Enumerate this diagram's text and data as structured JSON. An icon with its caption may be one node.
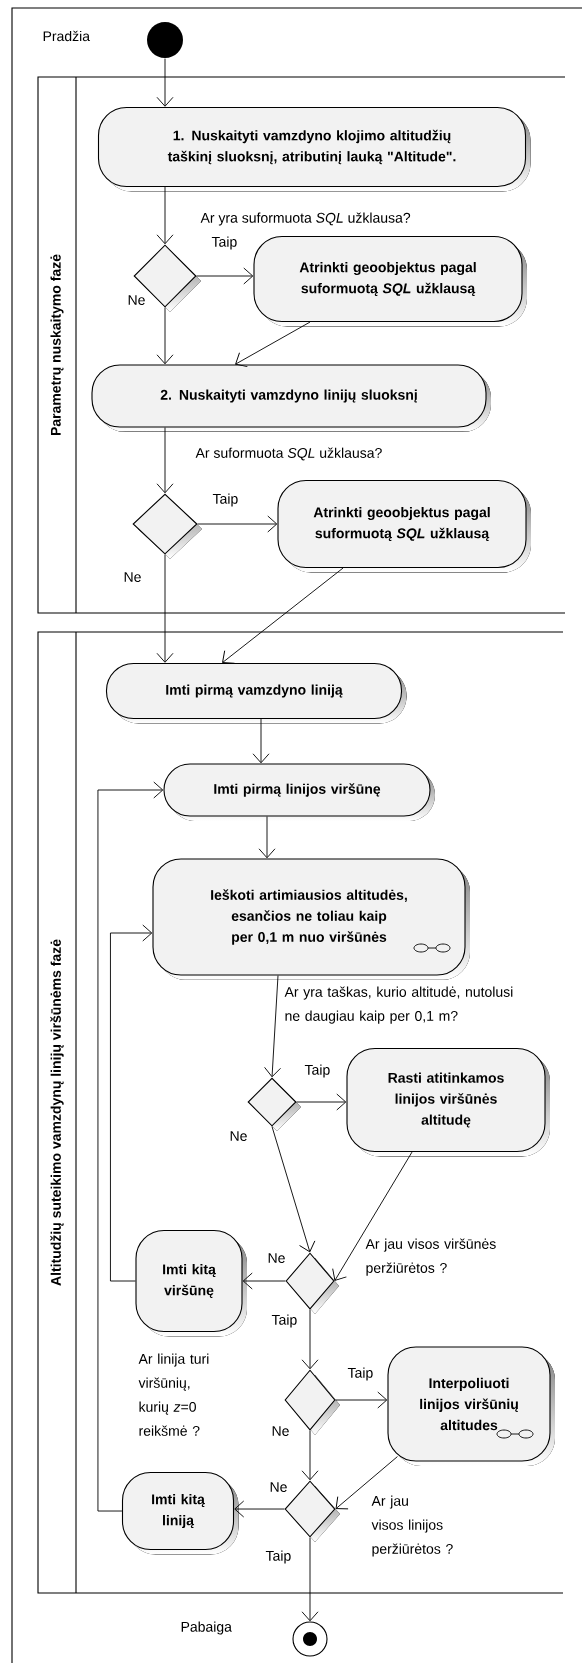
{
  "diagram": {
    "nodes": [
      {
        "text": [],
        "shape": "circle"
      },
      {
        "text": [
          "Parametrų nuskaitymo fazė"
        ]
      },
      {
        "text": [
          "1. Nuskaityti vamzdyno klojimo altitudžių taškinį sluoksnį, atributinį lauką \"Altitude\"."
        ],
        "in": 1
      },
      {
        "text": [],
        "shape": "diamond",
        "in": 1
      },
      {
        "text": [
          "Atrinkti geoobjektus pagal suformuotą *SQL* užklausą"
        ],
        "in": 1
      },
      {
        "text": [
          "2. Nuskaityti vamzdyno linijų sluoksnį"
        ],
        "in": 1
      },
      {
        "text": [],
        "shape": "diamond",
        "in": 1
      },
      {
        "text": [
          "Atrinkti geoobjektus pagal suformuotą *SQL* užklausą"
        ],
        "in": 1
      },
      {
        "text": [
          "Altitudžių suteikimo vamzdynų linijų viršūnėms fazė"
        ]
      },
      {
        "text": [
          "Imti pirmą vamzdyno liniją"
        ],
        "in": 8
      },
      {
        "text": [
          "Imti pirmą linijos viršūnę"
        ],
        "in": 8
      },
      {
        "text": [
          "Ieškoti artimiausios altitudės, esančios ne toliau kaip per 0,1 m nuo viršūnės"
        ],
        "in": 8
      },
      {
        "text": [],
        "shape": "diamond",
        "in": 8
      },
      {
        "text": [
          "Rasti atitinkamos linijos viršūnės altitudę"
        ],
        "in": 8
      },
      {
        "text": [],
        "shape": "diamond",
        "in": 8
      },
      {
        "text": [
          "Imti kitą viršūnę"
        ],
        "in": 8
      },
      {
        "text": [],
        "shape": "diamond",
        "in": 8
      },
      {
        "text": [
          "Interpoliuoti linijos viršūnių altitudes"
        ],
        "in": 8
      },
      {
        "text": [],
        "shape": "diamond",
        "in": 8
      },
      {
        "text": [
          "Imti kitą liniją"
        ],
        "in": 8
      },
      {
        "text": [],
        "shape": "circle"
      }
    ],
    "edges": [
      {
        "from": 0,
        "to": 2,
        "arrow": "to"
      },
      {
        "from": 2,
        "to": 3,
        "arrow": "to"
      },
      {
        "from": 3,
        "to": 4,
        "arrow": "to",
        "label": "Taip"
      },
      {
        "from": 3,
        "to": 5,
        "arrow": "to",
        "label": "Ne"
      },
      {
        "from": 4,
        "to": 5,
        "arrow": "to"
      },
      {
        "from": 5,
        "to": 6,
        "arrow": "to"
      },
      {
        "from": 6,
        "to": 7,
        "arrow": "to",
        "label": "Taip"
      },
      {
        "from": 6,
        "to": 9,
        "arrow": "to",
        "label": "Ne"
      },
      {
        "from": 7,
        "to": 9,
        "arrow": "to"
      },
      {
        "from": 9,
        "to": 10,
        "arrow": "to"
      },
      {
        "from": 10,
        "to": 11,
        "arrow": "to"
      },
      {
        "from": 11,
        "to": 12,
        "arrow": "to"
      },
      {
        "from": 12,
        "to": 13,
        "arrow": "to",
        "label": "Taip"
      },
      {
        "from": 12,
        "to": 14,
        "arrow": "to",
        "label": "Ne"
      },
      {
        "from": 13,
        "to": 14,
        "arrow": "to"
      },
      {
        "from": 14,
        "to": 15,
        "arrow": "to",
        "label": "Ne"
      },
      {
        "from": 14,
        "to": 16,
        "arrow": "to",
        "label": "Taip"
      },
      {
        "from": 15,
        "to": 11,
        "arrow": "to"
      },
      {
        "from": 16,
        "to": 17,
        "arrow": "to",
        "label": "Taip"
      },
      {
        "from": 16,
        "to": 18,
        "arrow": "to",
        "label": "Ne"
      },
      {
        "from": 17,
        "to": 18,
        "arrow": "to"
      },
      {
        "from": 18,
        "to": 19,
        "arrow": "to",
        "label": "Ne"
      },
      {
        "from": 18,
        "to": 20,
        "arrow": "to",
        "label": "Taip"
      },
      {
        "from": 19,
        "to": 10,
        "arrow": "to"
      }
    ],
    "labels": [
      "Pradžia",
      "Ar yra suformuota *SQL* užklausa?",
      "Ar suformuota *SQL* užklausa?",
      "Ar yra taškas, kurio altitudė, nutolusi ne daugiau kaip per 0,1 m?",
      "Ar jau visos viršūnės peržiūrėtos ?",
      "Ar linija turi viršūnių, kurių *z*=0 reikšmė ?",
      "Ar jau visos linijos peržiūrėtos ?",
      "Pabaiga"
    ]
  }
}
